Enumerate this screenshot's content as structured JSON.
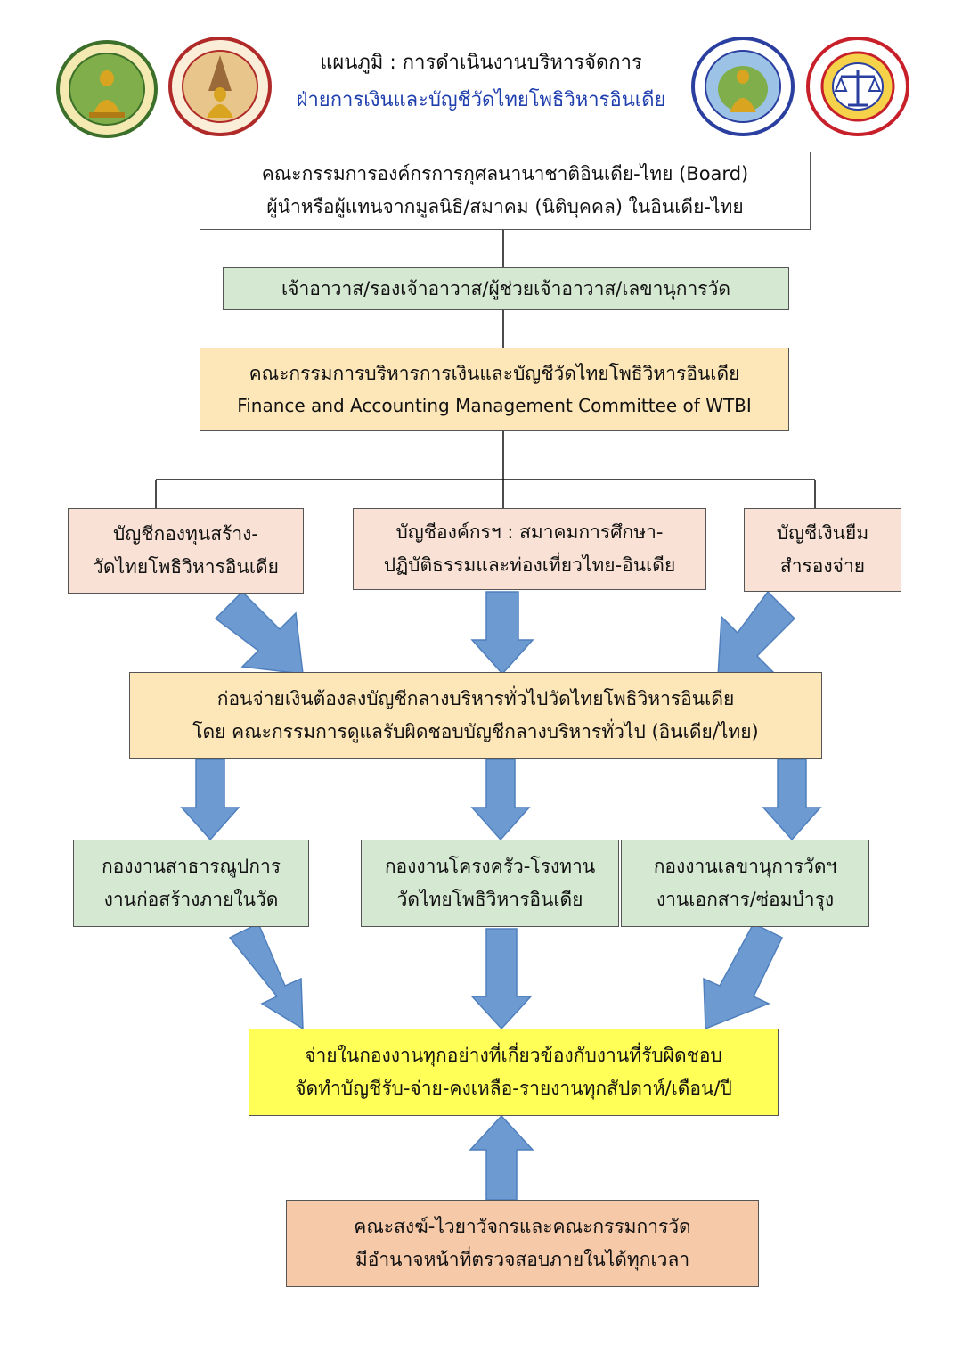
{
  "header": {
    "title_line1": "แผนภูมิ : การดำเนินงานบริหารจัดการ",
    "title_line2": "ฝ่ายการเงินและบัญชีวัดไทยโพธิวิหารอินเดีย",
    "title_line2_color": "#1f3fae"
  },
  "logos": [
    {
      "icon": "buddha-seal-icon",
      "ring_color": "#3b6f2a"
    },
    {
      "icon": "meditation-centre-seal-icon",
      "ring_color": "#b02a2a"
    },
    {
      "icon": "education-association-seal-icon",
      "ring_color": "#2a3fa0"
    },
    {
      "icon": "scales-of-justice-seal-icon",
      "ring_color": "#c8202a"
    }
  ],
  "nodes": {
    "board": {
      "line1": "คณะกรรมการองค์กรการกุศลนานาชาติอินเดีย-ไทย (Board)",
      "line2": "ผู้นำหรือผู้แทนจากมูลนิธิ/สมาคม (นิติบุคคล) ในอินเดีย-ไทย"
    },
    "abbot": {
      "line1": "เจ้าอาวาส/รองเจ้าอาวาส/ผู้ช่วยเจ้าอาวาส/เลขานุการวัด"
    },
    "committee": {
      "line1": "คณะกรรมการบริหารการเงินและบัญชีวัดไทยโพธิวิหารอินเดีย",
      "line2": "Finance and Accounting Management Committee of WTBI"
    },
    "account_fund": {
      "line1": "บัญชีกองทุนสร้าง-",
      "line2": "วัดไทยโพธิวิหารอินเดีย"
    },
    "account_org": {
      "line1": "บัญชีองค์กรฯ : สมาคมการศึกษา-",
      "line2": "ปฏิบัติธรรมและท่องเที่ยวไทย-อินเดีย"
    },
    "account_loan": {
      "line1": "บัญชีเงินยืม",
      "line2": "สำรองจ่าย"
    },
    "central": {
      "line1": "ก่อนจ่ายเงินต้องลงบัญชีกลางบริหารทั่วไปวัดไทยโพธิวิหารอินเดีย",
      "line2": "โดย คณะกรรมการดูแลรับผิดชอบบัญชีกลางบริหารทั่วไป (อินเดีย/ไทย)"
    },
    "dept_public": {
      "line1": "กองงานสาธารณูปการ",
      "line2": "งานก่อสร้างภายในวัด"
    },
    "dept_kitchen": {
      "line1": "กองงานโครงครัว-โรงทาน",
      "line2": "วัดไทยโพธิวิหารอินเดีย"
    },
    "dept_secretary": {
      "line1": "กองงานเลขานุการวัดฯ",
      "line2": "งานเอกสาร/ซ่อมบำรุง"
    },
    "payment": {
      "line1": "จ่ายในกองงานทุกอย่างที่เกี่ยวข้องกับงานที่รับผิดชอบ",
      "line2": "จัดทำบัญชีรับ-จ่าย-คงเหลือ-รายงานทุกสัปดาห์/เดือน/ปี"
    },
    "audit": {
      "line1": "คณะสงฆ์-ไวยาวัจกรและคณะกรรมการวัด",
      "line2": "มีอำนาจหน้าที่ตรวจสอบภายในได้ทุกเวลา"
    }
  },
  "colors": {
    "white": "#ffffff",
    "green": "#d5e8d2",
    "orange": "#fde6b8",
    "peach": "#f9e2d5",
    "yellow": "#ffff57",
    "salmon": "#f6c9a9",
    "arrow": "#6d9bd1",
    "arrow_border": "#4f7fbd"
  }
}
